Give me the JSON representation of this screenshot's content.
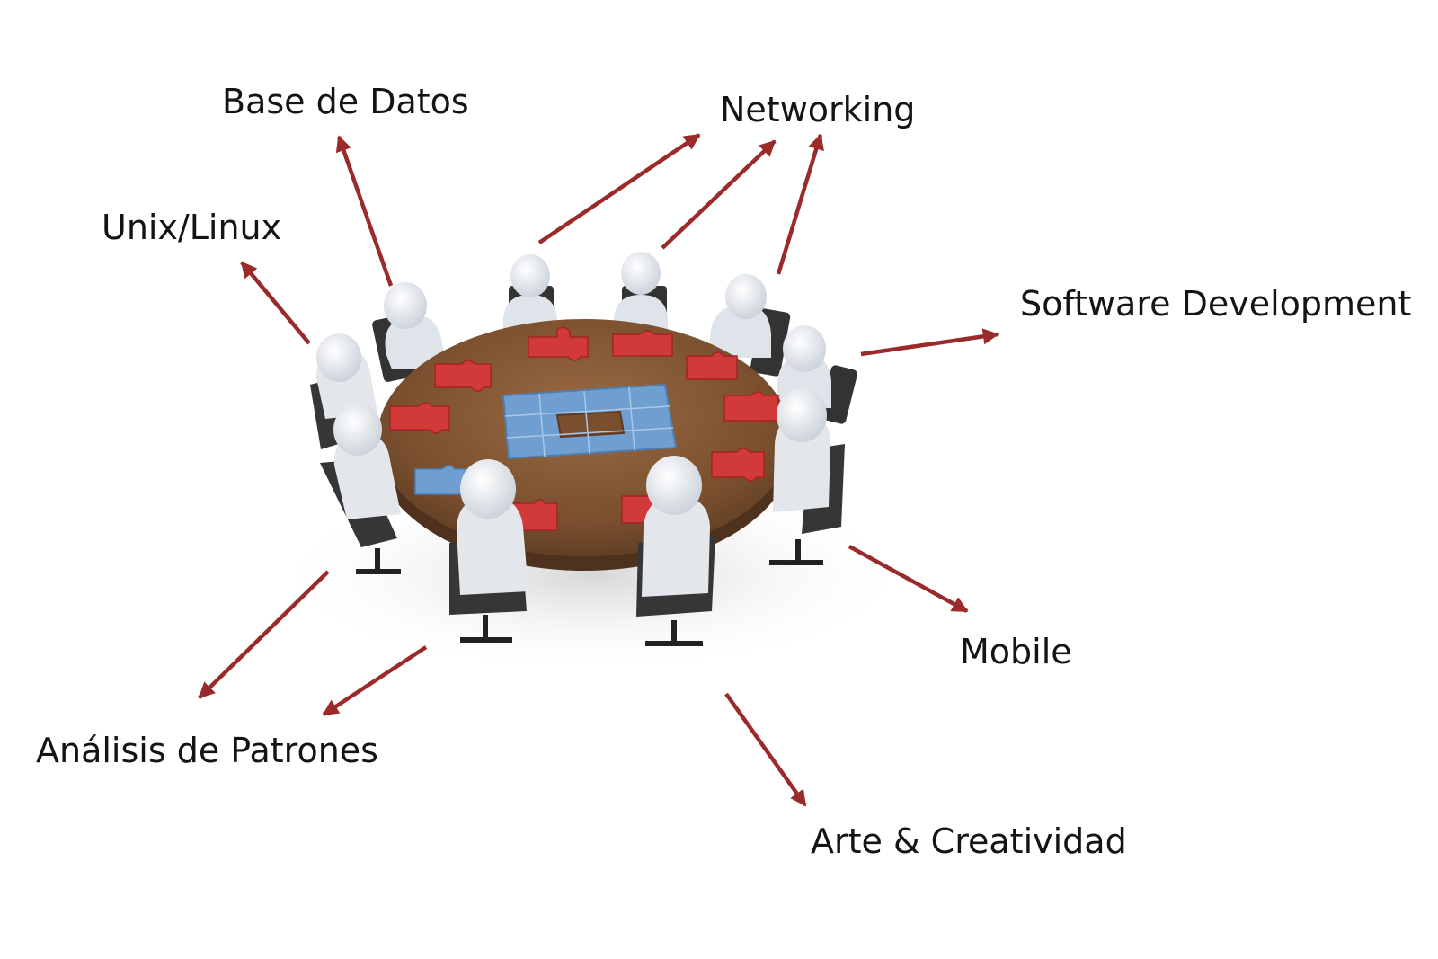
{
  "diagram": {
    "topics": {
      "base_de_datos": "Base de Datos",
      "networking": "Networking",
      "unix_linux": "Unix/Linux",
      "software_development": "Software Development",
      "mobile": "Mobile",
      "analisis_de_patrones": "Análisis de Patrones",
      "arte_creatividad": "Arte & Creatividad"
    },
    "colors": {
      "arrow": "#9b2a2a",
      "table": "#7a4f2e",
      "puzzle_red": "#d23a3a",
      "puzzle_blue": "#6f9fd1",
      "figure": "#e7ebf0",
      "chair": "#333333"
    }
  }
}
